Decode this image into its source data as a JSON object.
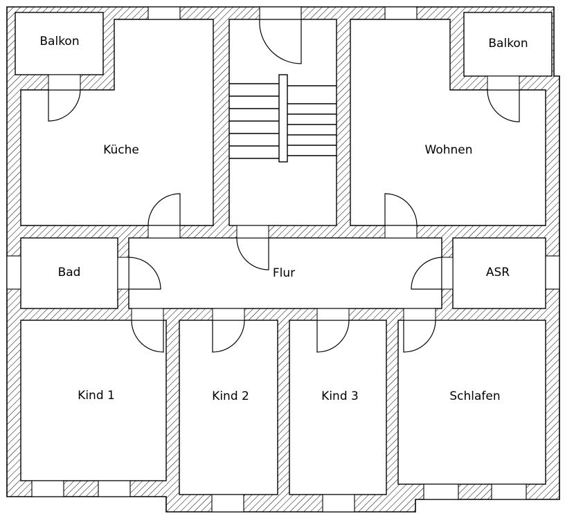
{
  "plan": {
    "rooms": [
      {
        "id": "balkon-left",
        "label": "Balkon"
      },
      {
        "id": "balkon-right",
        "label": "Balkon"
      },
      {
        "id": "kueche",
        "label": "Küche"
      },
      {
        "id": "wohnen",
        "label": "Wohnen"
      },
      {
        "id": "bad",
        "label": "Bad"
      },
      {
        "id": "flur",
        "label": "Flur"
      },
      {
        "id": "asr",
        "label": "ASR"
      },
      {
        "id": "kind1",
        "label": "Kind 1"
      },
      {
        "id": "kind2",
        "label": "Kind 2"
      },
      {
        "id": "kind3",
        "label": "Kind 3"
      },
      {
        "id": "schlafen",
        "label": "Schlafen"
      }
    ],
    "colors": {
      "wall_hatch": "#000000",
      "background": "#ffffff"
    }
  }
}
